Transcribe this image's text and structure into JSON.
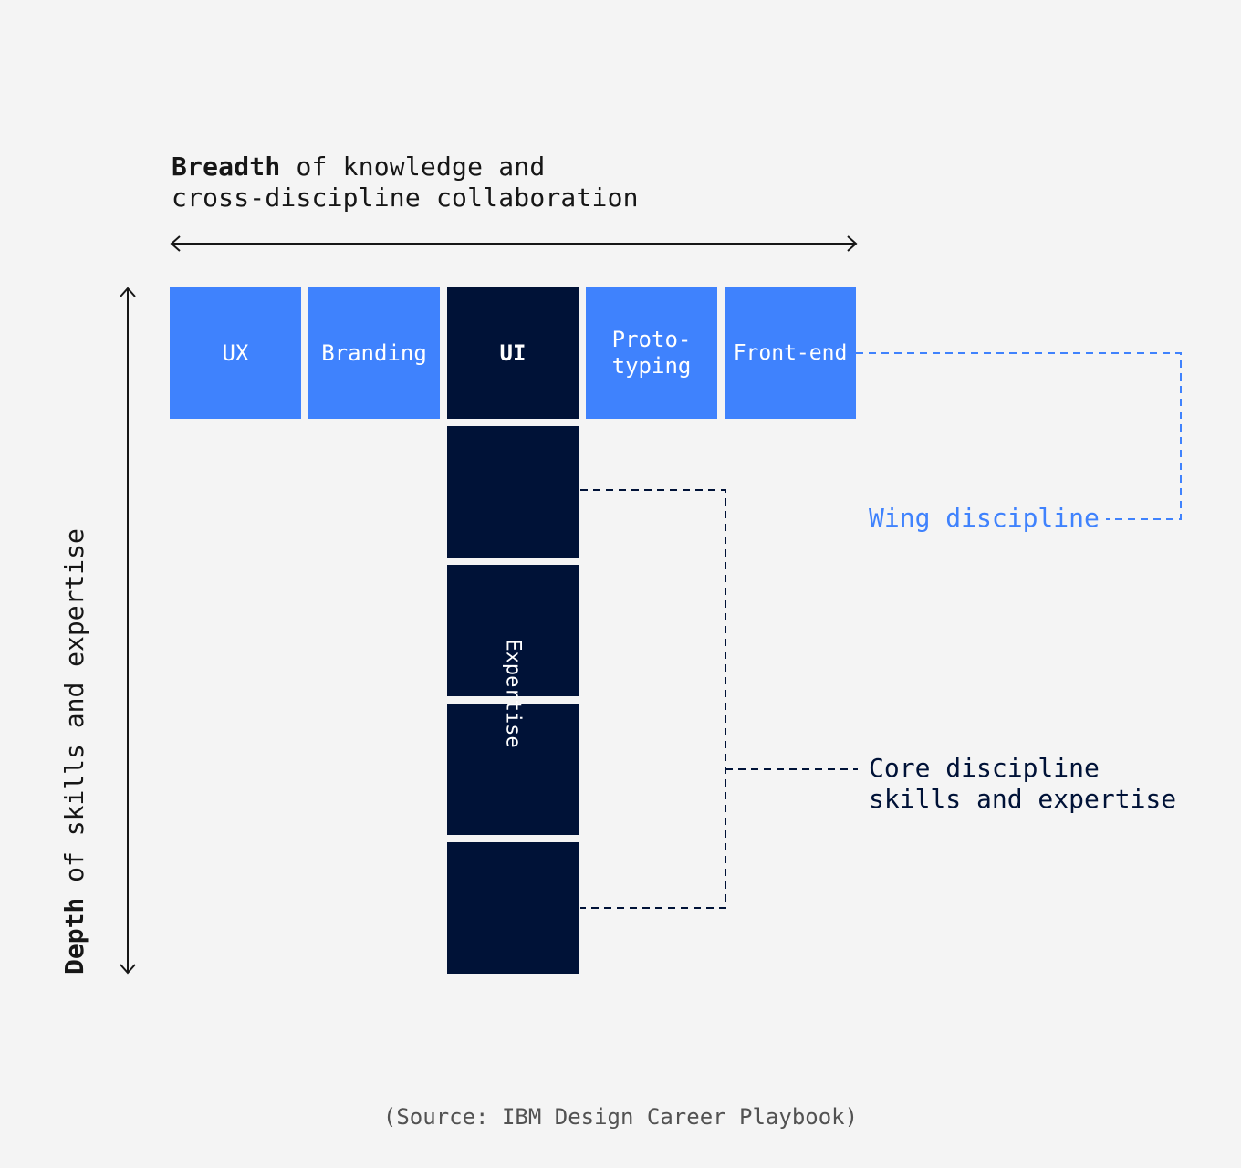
{
  "breadth": {
    "bold": "Breadth",
    "rest_line1": " of knowledge and",
    "line2": "cross-discipline collaboration"
  },
  "depth": {
    "bold": "Depth",
    "rest": " of skills and expertise"
  },
  "wings": [
    {
      "label": "UX"
    },
    {
      "label": "Branding"
    },
    {
      "label": "UI"
    },
    {
      "label_line1": "Proto-",
      "label_line2": "typing"
    },
    {
      "label": "Front-end"
    }
  ],
  "stem": {
    "label": "Expertise"
  },
  "annotations": {
    "wing": "Wing discipline",
    "core_line1": "Core discipline",
    "core_line2": "skills and expertise"
  },
  "source": "(Source: IBM Design Career Playbook)",
  "colors": {
    "wing_blue": "#3f82fd",
    "core_navy": "#001237",
    "background": "#f4f4f4"
  }
}
